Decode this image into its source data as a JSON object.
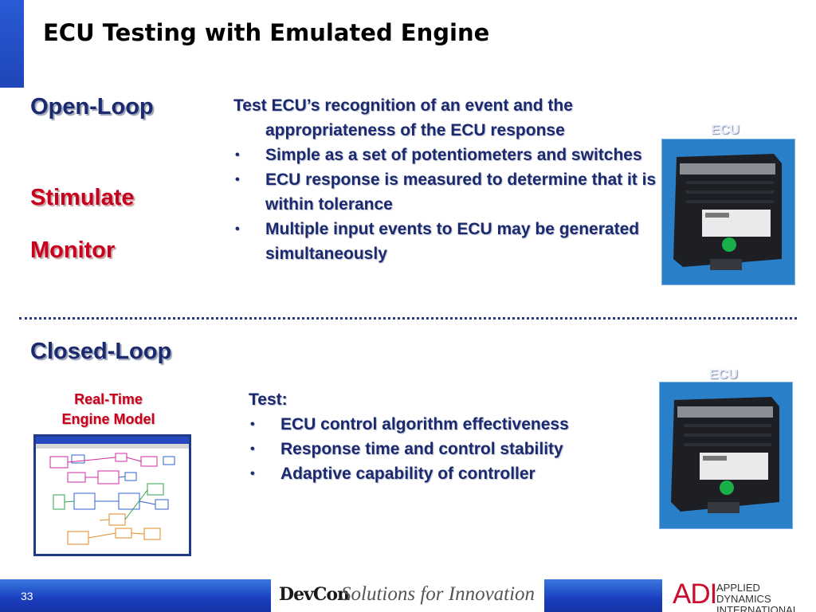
{
  "slide": {
    "title": "ECU Testing with Emulated Engine"
  },
  "open_loop": {
    "heading": "Open-Loop",
    "stimulate": "Stimulate",
    "monitor": "Monitor",
    "intro": "Test ECU’s recognition of an event and the appropriateness of the ECU response",
    "bullets": [
      "Simple as a set of potentiometers and switches",
      "ECU response is measured to determine that it is within tolerance",
      "Multiple input events to ECU may be generated simultaneously"
    ],
    "image_label": "ECU"
  },
  "closed_loop": {
    "heading": "Closed-Loop",
    "model_label_1": "Real-Time",
    "model_label_2": "Engine Model",
    "test_label": "Test:",
    "bullets": [
      "ECU control algorithm effectiveness",
      "Response time and control stability",
      "Adaptive capability of controller"
    ],
    "image_label": "ECU"
  },
  "footer": {
    "page_number": "33",
    "brand": "DevCon",
    "tagline": "Solutions for Innovation",
    "company_abbr": "ADI",
    "company_line1": "APPLIED DYNAMICS",
    "company_line2": "INTERNATIONAL"
  },
  "colors": {
    "accent_blue": "#1e46b8",
    "heading_navy": "#1b2a6e",
    "highlight_red": "#c8001e",
    "adi_red": "#c8102e"
  }
}
